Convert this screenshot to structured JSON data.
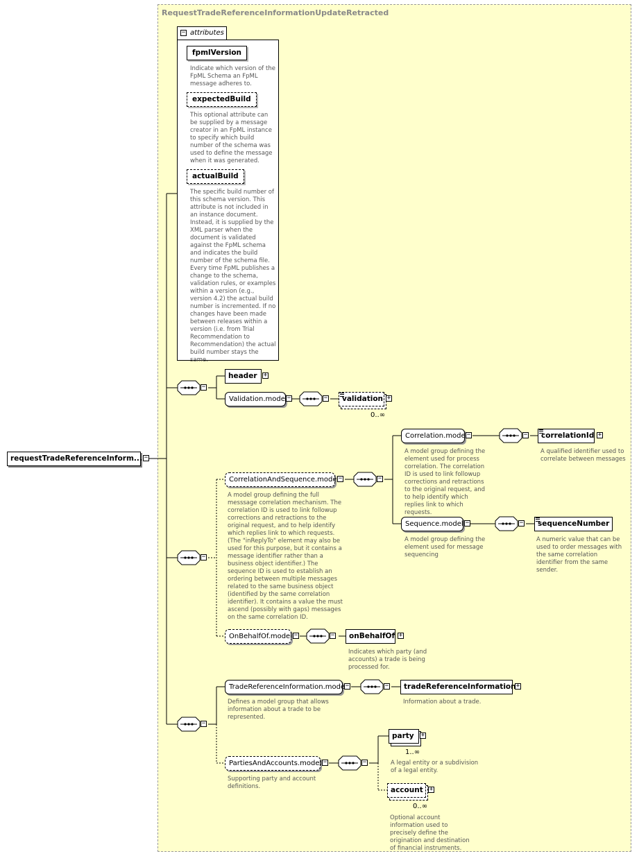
{
  "diagram": {
    "type_name": "RequestTradeReferenceInformationUpdateRetracted",
    "root_element": "requestTradeReferenceInform...",
    "attributes_tab": "attributes",
    "attributes": [
      {
        "name": "fpmlVersion",
        "optional": false,
        "desc": "Indicate which version of the FpML Schema an FpML message adheres to."
      },
      {
        "name": "expectedBuild",
        "optional": true,
        "desc": "This optional attribute can be supplied by a message creator in an FpML instance to specify which build number of the schema was used to define the message when it was generated."
      },
      {
        "name": "actualBuild",
        "optional": true,
        "desc": "The specific build number of this schema version. This attribute is not included in an instance document. Instead, it is supplied by the XML parser when the document is validated against the FpML schema and indicates the build number of the schema file. Every time FpML publishes a change to the schema, validation rules, or examples within a version (e.g., version 4.2) the actual build number is incremented. If no changes have been made between releases within a version (i.e. from Trial Recommendation to Recommendation) the actual build number stays the same."
      }
    ],
    "elements": {
      "header": "header",
      "validation_model": "Validation.model",
      "validation": "validation",
      "validation_card": "0..∞",
      "correlation_and_sequence_model": "CorrelationAndSequence.model",
      "correlation_and_sequence_desc": "A model group defining the full messsage correlation mechanism. The correlation ID is used to link followup corrections and retractions to the original request, and to help identify which replies link to which requests. (The \"inReplyTo\" element may also be used for this purpose, but it contains a message identifier rather than a business object identifier.) The sequence ID is used to establish an ordering between multiple messages related to the same business object (identified by the same correlation identifier). It contains a value the must ascend (possibly with gaps) messages on the same correlation ID.",
      "correlation_model": "Correlation.model",
      "correlation_model_desc": "A model group defining the element used for process correlation. The correlation ID is used to link followup corrections and retractions to the original request, and to help identify which replies link to which requests.",
      "correlation_id": "correlationId",
      "correlation_id_desc": "A qualified identifier used to correlate between messages",
      "sequence_model": "Sequence.model",
      "sequence_model_desc": "A model group defining the element used for message sequencing",
      "sequence_number": "sequenceNumber",
      "sequence_number_desc": "A numeric value that can be used to order messages with the same correlation identifier from the same sender.",
      "on_behalf_of_model": "OnBehalfOf.model",
      "on_behalf_of": "onBehalfOf",
      "on_behalf_of_desc": "Indicates which party (and accounts) a trade is being processed for.",
      "trade_ref_info_model": "TradeReferenceInformation.model",
      "trade_ref_info_model_desc": "Defines a model group that allows information about a trade to be represented.",
      "trade_ref_info": "tradeReferenceInformation",
      "trade_ref_info_desc": "Information about a trade.",
      "parties_and_accounts_model": "PartiesAndAccounts.model",
      "parties_and_accounts_desc": "Supporting party and account definitions.",
      "party": "party",
      "party_card": "1..∞",
      "party_desc": "A legal entity or a subdivision of a legal entity.",
      "account": "account",
      "account_card": "0..∞",
      "account_desc": "Optional account information used to precisely define the origination and destination of financial instruments."
    }
  }
}
